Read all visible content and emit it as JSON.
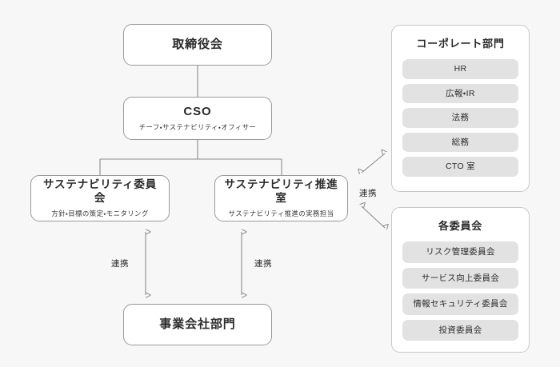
{
  "diagram": {
    "background_color": "#f7f7f7",
    "nodes": {
      "board": {
        "title": "取締役会"
      },
      "cso": {
        "title": "CSO",
        "subtitle": "チーフ・サステナビリティ・オフィサー"
      },
      "sustainability_committee": {
        "title": "サステナビリティ委員会",
        "subtitle": "方針・目標の策定・モニタリング"
      },
      "promotion_office": {
        "title": "サステナビリティ推進室",
        "subtitle": "サステナビリティ推進の実務担当"
      },
      "operating_companies": {
        "title": "事業会社部門"
      }
    },
    "panels": {
      "corporate": {
        "title": "コーポレート部門",
        "items": [
          "HR",
          "広報・IR",
          "法務",
          "総務",
          "CTO 室"
        ]
      },
      "committees": {
        "title": "各委員会",
        "items": [
          "リスク管理委員会",
          "サービス向上委員会",
          "情報セキュリティ委員会",
          "投資委員会"
        ]
      }
    },
    "link_labels": {
      "left": "連携",
      "right": "連携",
      "side": "連携"
    },
    "colors": {
      "node_border": "#9a9a9a",
      "node_fill": "#ffffff",
      "panel_border": "#c8c8c8",
      "chip_fill": "#e2e2e2",
      "connector": "#8c8c8c",
      "text": "#2b2b2b"
    }
  }
}
